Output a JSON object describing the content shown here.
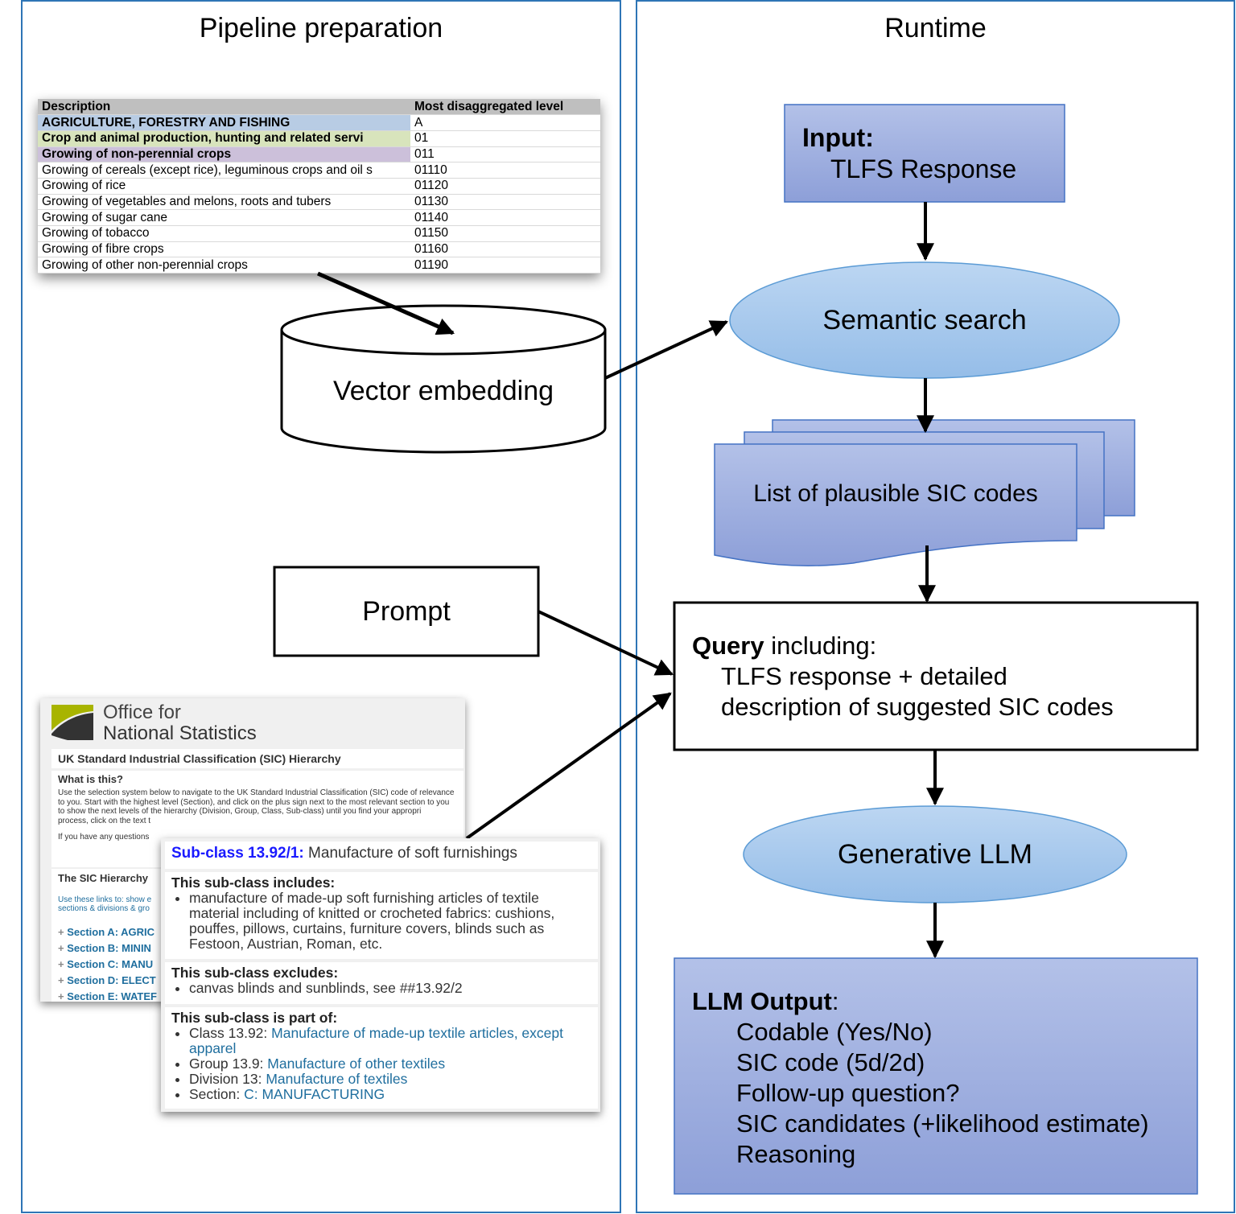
{
  "left_panel": {
    "title": "Pipeline preparation"
  },
  "right_panel": {
    "title": "Runtime"
  },
  "table": {
    "headers": [
      "Description",
      "Most disaggregated level"
    ],
    "rows": [
      {
        "desc": "AGRICULTURE, FORESTRY AND FISHING",
        "code": "A",
        "bg": "#b8cce4",
        "bold": true
      },
      {
        "desc": "Crop and animal production, hunting and related servi",
        "code": "01",
        "bg": "#d8e4bc",
        "bold": true
      },
      {
        "desc": "Growing of non-perennial crops",
        "code": "011",
        "bg": "#ccc0da",
        "bold": true
      },
      {
        "desc": "Growing of cereals (except rice), leguminous crops and oil s",
        "code": "01110"
      },
      {
        "desc": "Growing of rice",
        "code": "01120"
      },
      {
        "desc": "Growing of vegetables and melons, roots and tubers",
        "code": "01130"
      },
      {
        "desc": "Growing of sugar cane",
        "code": "01140"
      },
      {
        "desc": "Growing of tobacco",
        "code": "01150"
      },
      {
        "desc": "Growing of fibre crops",
        "code": "01160"
      },
      {
        "desc": "Growing of other non-perennial crops",
        "code": "01190"
      }
    ]
  },
  "vector_embedding": "Vector embedding",
  "prompt": "Prompt",
  "ons": {
    "logo_line1": "Office for",
    "logo_line2": "National Statistics",
    "page_title": "UK Standard Industrial Classification (SIC) Hierarchy",
    "what_title": "What is this?",
    "what_text": "Use the selection system below to navigate to the UK Standard Industrial Classification (SIC) code of relevance to you. Start with the highest level (Section), and click on the plus sign next to the most relevant section to you to show the next levels of the hierarchy (Division, Group, Class, Sub-class) until you find your appropri",
    "what_text2": "process, click on the text t",
    "questions": "If you have any questions",
    "hier_title": "The SIC Hierarchy",
    "hier_text1": "Use these links to: show e",
    "hier_text2": "sections & divisions & gro",
    "sections": [
      "Section A: AGRIC",
      "Section B: MININ",
      "Section C: MANU",
      "Section D: ELECT",
      "Section E: WATEF"
    ]
  },
  "subclass": {
    "code": "Sub-class 13.92/1:",
    "title": "Manufacture of soft furnishings",
    "includes_title": "This sub-class includes:",
    "includes": [
      "manufacture of made-up soft furnishing articles of textile material including of knitted or crocheted fabrics: cushions, pouffes, pillows, curtains, furniture covers, blinds such as Festoon, Austrian, Roman, etc."
    ],
    "excludes_title": "This sub-class excludes:",
    "excludes": [
      "canvas blinds and sunblinds, see ##13.92/2"
    ],
    "partof_title": "This sub-class is part of:",
    "partof": [
      {
        "prefix": "Class 13.92:",
        "link": "Manufacture of made-up textile articles, except apparel"
      },
      {
        "prefix": "Group 13.9:",
        "link": "Manufacture of other textiles"
      },
      {
        "prefix": "Division 13:",
        "link": "Manufacture of textiles"
      },
      {
        "prefix": "Section:",
        "link": "C: MANUFACTURING"
      }
    ]
  },
  "input": {
    "label": "Input:",
    "value": "TLFS Response"
  },
  "semantic_search": "Semantic search",
  "sic_list": "List of plausible SIC codes",
  "query": {
    "bold": "Query",
    "rest": " including:",
    "line2": "TLFS response + detailed",
    "line3": "description of suggested SIC codes"
  },
  "generative_llm": "Generative LLM",
  "llm_output": {
    "title": "LLM Output",
    "colon": ":",
    "items": [
      "Codable (Yes/No)",
      "SIC code (5d/2d)",
      "Follow-up question?",
      "SIC candidates (+likelihood estimate)",
      "Reasoning"
    ]
  },
  "colors": {
    "panel_border": "#2e75b6",
    "box_blue": "#9fb1e0",
    "ellipse_blue": "#a8c8ec",
    "link": "#1f6e9e",
    "subclass_code": "#1a1aff"
  }
}
